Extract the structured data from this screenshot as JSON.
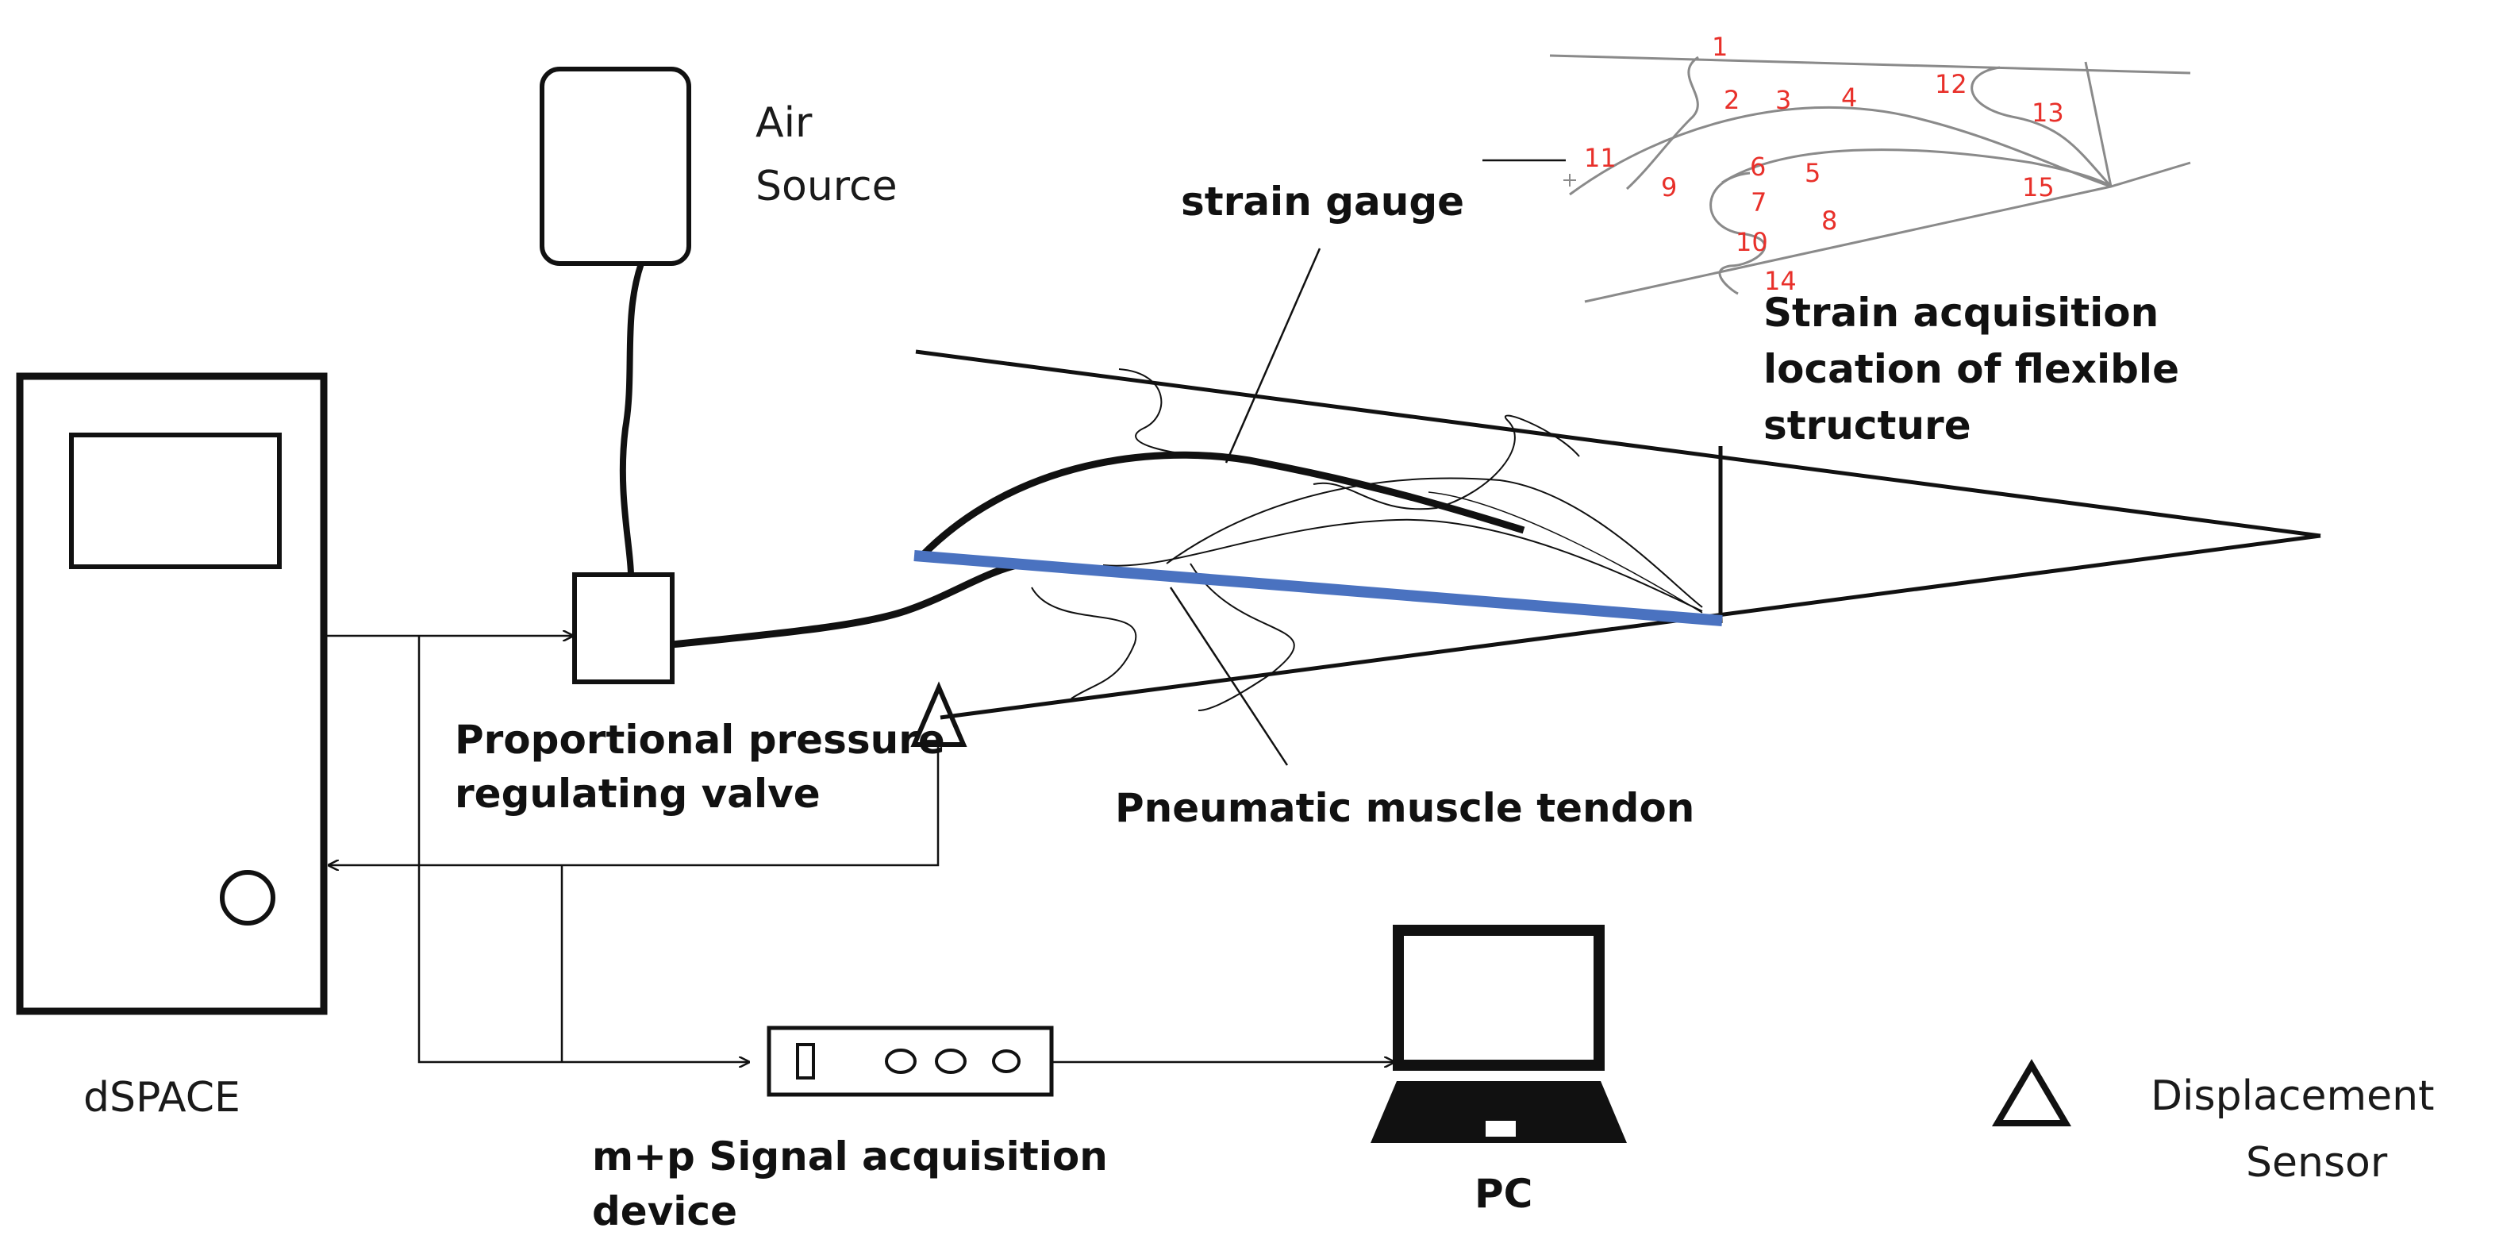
{
  "labels": {
    "air_source_line1": "Air",
    "air_source_line2": "Source",
    "valve_line1": "Proportional pressure",
    "valve_line2": "regulating valve",
    "strain_gauge": "strain gauge",
    "tendon": "Pneumatic muscle tendon",
    "inset_line1": "Strain acquisition",
    "inset_line2": "location of flexible",
    "inset_line3": "structure",
    "dspace": "dSPACE",
    "daq_line1": "m+p Signal acquisition",
    "daq_line2": "device",
    "pc": "PC",
    "sensor_line1": "Displacement",
    "sensor_line2": "Sensor"
  },
  "inset_points": [
    "1",
    "2",
    "3",
    "4",
    "5",
    "6",
    "7",
    "8",
    "9",
    "10",
    "11",
    "12",
    "13",
    "14",
    "15"
  ],
  "colors": {
    "line": "#111111",
    "tendon": "#4a72c0",
    "inset_line": "#8a8a8a",
    "point_numbers": "#e8302a"
  },
  "icons": {
    "sensor_symbol": "triangle-icon",
    "legend_symbol": "triangle-icon",
    "pc": "laptop-icon",
    "dspace": "dspace-cabinet-icon",
    "valve": "valve-box-icon",
    "air_source": "air-tank-icon",
    "daq": "signal-acquisition-device-icon"
  }
}
